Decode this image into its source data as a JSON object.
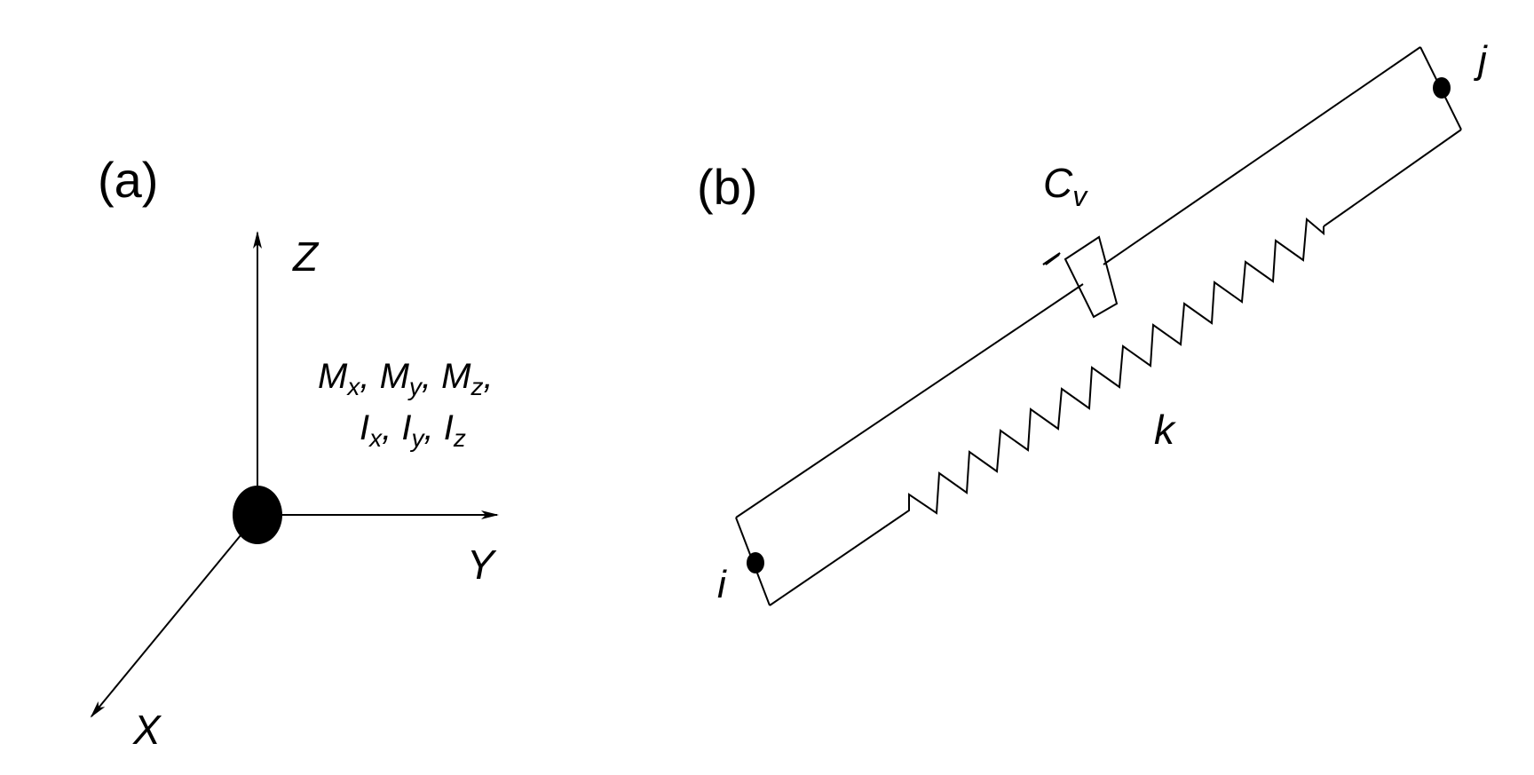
{
  "panel_a": {
    "label": "(a)",
    "axes": {
      "z": "Z",
      "y": "Y",
      "x": "X"
    },
    "properties": {
      "line1": [
        {
          "base": "M",
          "sub": "x"
        },
        {
          "base": "M",
          "sub": "y"
        },
        {
          "base": "M",
          "sub": "z"
        }
      ],
      "line2": [
        {
          "base": "I",
          "sub": "x"
        },
        {
          "base": "I",
          "sub": "y"
        },
        {
          "base": "I",
          "sub": "z"
        }
      ]
    }
  },
  "panel_b": {
    "label": "(b)",
    "node_i": "i",
    "node_j": "j",
    "damper": {
      "base": "C",
      "sub": "v"
    },
    "spring": "k"
  },
  "colors": {
    "ink": "#000000",
    "background": "#ffffff"
  }
}
